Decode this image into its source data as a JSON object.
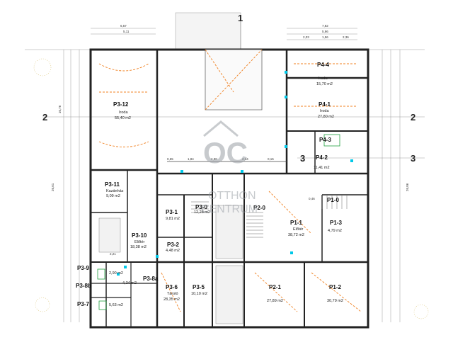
{
  "rooms": [
    {
      "id": "P4-4",
      "name": "Iroda",
      "area": "15,70 m2"
    },
    {
      "id": "P4-1",
      "name": "Iroda",
      "area": "27,80 m2"
    },
    {
      "id": "P4-3",
      "name": "",
      "area": ""
    },
    {
      "id": "P4-2",
      "name": "",
      "area": "11,41 m2"
    },
    {
      "id": "P3-12",
      "name": "Iroda",
      "area": "55,40 m2"
    },
    {
      "id": "P3-11",
      "name": "Kazánház",
      "area": "9,09 m2"
    },
    {
      "id": "P3-1",
      "name": "",
      "area": "9,81 m2"
    },
    {
      "id": "P3-0",
      "name": "",
      "area": "12,28 m2"
    },
    {
      "id": "P2-0",
      "name": "",
      "area": ""
    },
    {
      "id": "P1-1",
      "name": "Előtér",
      "area": "38,72 m2"
    },
    {
      "id": "P1-0",
      "name": "",
      "area": ""
    },
    {
      "id": "P1-3",
      "name": "",
      "area": "4,79 m2"
    },
    {
      "id": "P3-10",
      "name": "Előtér",
      "area": "18,38 m2"
    },
    {
      "id": "P3-2",
      "name": "",
      "area": "4,48 m2"
    },
    {
      "id": "P3-9",
      "name": "",
      "area": "2,90 m2"
    },
    {
      "id": "P3-8a",
      "name": "",
      "area": "4,34 m2"
    },
    {
      "id": "P3-8b",
      "name": "",
      "area": ""
    },
    {
      "id": "P3-7",
      "name": "",
      "area": "5,63 m2"
    },
    {
      "id": "P3-6",
      "name": "Tároló",
      "area": "28,35 m2"
    },
    {
      "id": "P3-5",
      "name": "",
      "area": "10,10 m2"
    },
    {
      "id": "P2-1",
      "name": "",
      "area": "27,89 m2"
    },
    {
      "id": "P1-2",
      "name": "",
      "area": "30,79 m2"
    }
  ],
  "section_marks": {
    "left_2": "2",
    "right_2": "2",
    "right_3": "3",
    "mid_3": "3",
    "top_1": "1"
  },
  "dimensions": {
    "top_left_a": "6,57",
    "top_left_b": "5,11",
    "top_right_a": "7,82",
    "top_right_b": "5,96",
    "top_right_c": "2,03",
    "top_right_d": "1,56",
    "top_right_e": "2,36",
    "mid_a": "1,84",
    "mid_b": "2,88",
    "mid_c": "2,34",
    "mid_d": "0,65",
    "mid_e": "0,15",
    "left_a": "10,76",
    "left_b": "26,61",
    "right_a": "26,06",
    "small_a": "2,21",
    "small_b": "0,46"
  },
  "watermark": {
    "logo": "OC",
    "line1": "OTTHON",
    "line2": "CENTRUM"
  }
}
